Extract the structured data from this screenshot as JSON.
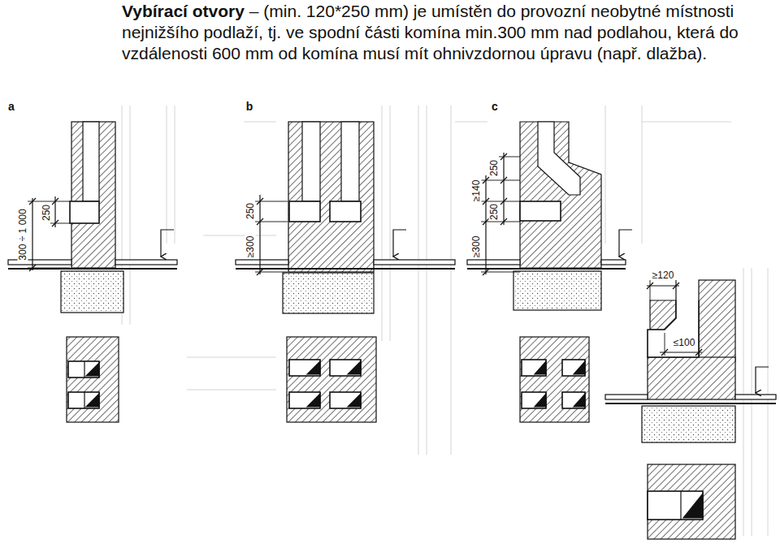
{
  "diagram": {
    "title": "Vybírací otvory",
    "caption": "– (min. 120*250 mm) je umístěn do provozní neobytné místnosti nejnižšího podlaží, tj. ve spodní části komína min.300 mm nad podlahou, která do vzdálenosti 600 mm od komína musí mít ohnivzdornou úpravu (např. dlažba).",
    "labels": [
      "a",
      "b",
      "c",
      "250",
      "300 ÷ 1 000",
      "250",
      "≥300",
      "≥140",
      "250",
      "250",
      "≥300",
      "≥120",
      "≤100"
    ]
  }
}
